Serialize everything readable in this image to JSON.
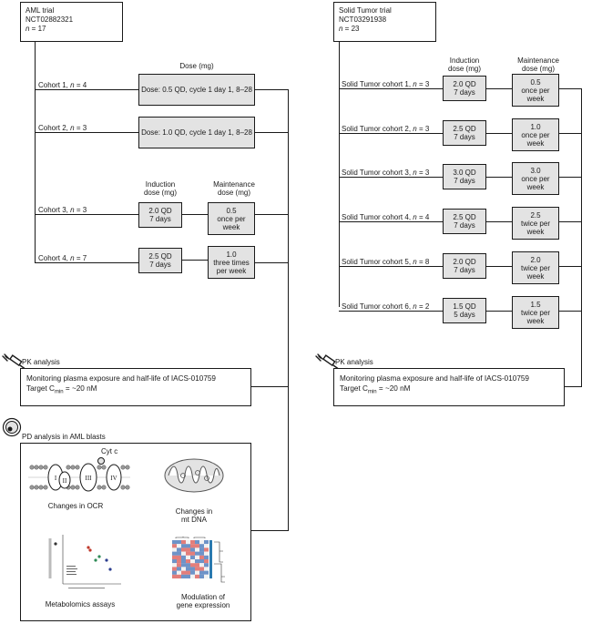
{
  "aml": {
    "title": "AML trial",
    "id": "NCT02882321",
    "n": "17",
    "dose_header": "Dose (mg)",
    "cohorts": [
      {
        "name": "Cohort 1, ",
        "n": "4",
        "dose": "Dose: 0.5 QD, cycle 1 day 1, 8–28"
      },
      {
        "name": "Cohort 2, ",
        "n": "3",
        "dose": "Dose: 1.0 QD, cycle 1 day 1, 8–28"
      },
      {
        "name": "Cohort 3, ",
        "n": "3",
        "induction": [
          "2.0 QD",
          "7 days"
        ],
        "maintenance": [
          "0.5",
          "once per",
          "week"
        ]
      },
      {
        "name": "Cohort 4, ",
        "n": "7",
        "induction": [
          "2.5 QD",
          "7 days"
        ],
        "maintenance": [
          "1.0",
          "three times",
          "per week"
        ]
      }
    ],
    "induction_header": [
      "Induction",
      "dose (mg)"
    ],
    "maintenance_header": [
      "Maintenance",
      "dose (mg)"
    ]
  },
  "solid": {
    "title": "Solid Tumor trial",
    "id": "NCT03291938",
    "n": "23",
    "induction_header": [
      "Induction",
      "dose (mg)"
    ],
    "maintenance_header": [
      "Maintenance",
      "dose (mg)"
    ],
    "cohorts": [
      {
        "name": "Solid Tumor cohort 1, ",
        "n": "3",
        "induction": [
          "2.0 QD",
          "7 days"
        ],
        "maintenance": [
          "0.5",
          "once per",
          "week"
        ]
      },
      {
        "name": "Solid Tumor cohort 2, ",
        "n": "3",
        "induction": [
          "2.5 QD",
          "7 days"
        ],
        "maintenance": [
          "1.0",
          "once per",
          "week"
        ]
      },
      {
        "name": "Solid Tumor cohort 3, ",
        "n": "3",
        "induction": [
          "3.0 QD",
          "7 days"
        ],
        "maintenance": [
          "3.0",
          "once per",
          "week"
        ]
      },
      {
        "name": "Solid Tumor cohort 4, ",
        "n": "4",
        "induction": [
          "2.5 QD",
          "7 days"
        ],
        "maintenance": [
          "2.5",
          "twice per",
          "week"
        ]
      },
      {
        "name": "Solid Tumor cohort 5, ",
        "n": "8",
        "induction": [
          "2.0 QD",
          "7 days"
        ],
        "maintenance": [
          "2.0",
          "twice per",
          "week"
        ]
      },
      {
        "name": "Solid Tumor cohort 6, ",
        "n": "2",
        "induction": [
          "1.5 QD",
          "5 days"
        ],
        "maintenance": [
          "1.5",
          "twice per",
          "week"
        ]
      }
    ]
  },
  "pk": {
    "title": "PK analysis",
    "line1": "Monitoring plasma exposure and half-life of IACS-010759",
    "target_prefix": "Target C",
    "target_sub_aml": "min",
    "target_sub_solid": "min",
    "target_suffix": " = ~20 nM"
  },
  "pd": {
    "title": "PD analysis in AML blasts",
    "cytc": "Cyt c",
    "complexes": [
      "I",
      "II",
      "III",
      "IV"
    ],
    "items": [
      [
        "Changes in OCR"
      ],
      [
        "Changes in",
        "mt DNA"
      ],
      [
        "Metabolomics assays"
      ],
      [
        "Modulation of",
        "gene expression"
      ]
    ]
  },
  "colors": {
    "line": "#1a1a1a",
    "box_fill": "#e3e3e3",
    "heatmap_red": "#d9534f",
    "heatmap_blue": "#3d6fb6"
  }
}
